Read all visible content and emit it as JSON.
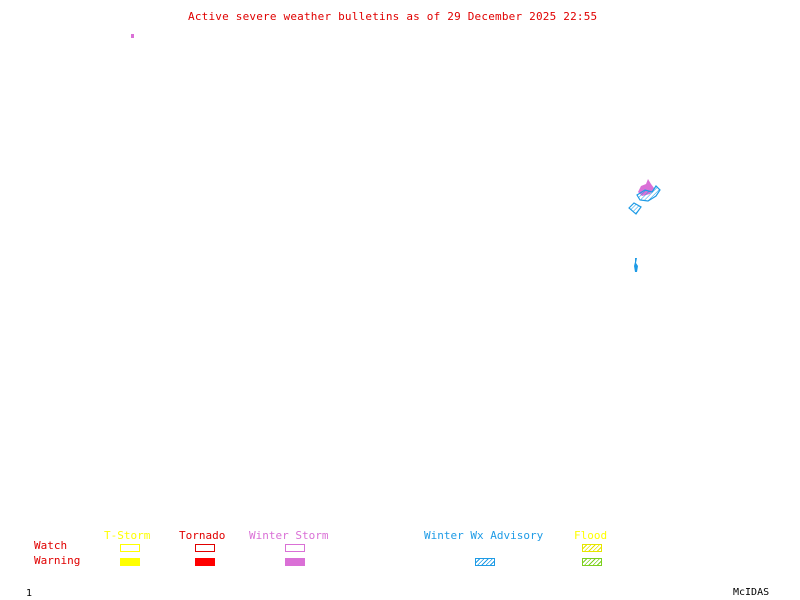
{
  "title": "Active severe weather bulletins as of 29 December 2025 22:55",
  "colors": {
    "title": "#e00000",
    "tstorm": "#ffff00",
    "tornado": "#ff0000",
    "winter_storm": "#da70d6",
    "winter_wx_advisory": "#1e9be6",
    "flood_watch": "#ffff00",
    "flood_warning": "#7cd01e"
  },
  "legend": {
    "row_labels": {
      "watch": "Watch",
      "warning": "Warning"
    },
    "columns": [
      {
        "label": "T-Storm",
        "watch": "outline",
        "warning": "filled"
      },
      {
        "label": "Tornado",
        "watch": "outline",
        "warning": "filled"
      },
      {
        "label": "Winter Storm",
        "watch": "outline",
        "warning": "filled"
      },
      {
        "label": "Winter Wx Advisory",
        "watch": "none",
        "warning": "hatched"
      },
      {
        "label": "Flood",
        "watch": "hatched",
        "warning": "hatched"
      }
    ]
  },
  "footer": {
    "frame_number": "1",
    "brand": "McIDAS"
  },
  "map_features": [
    {
      "type": "Winter Storm Warning",
      "region": "northwest dot"
    },
    {
      "type": "Winter Storm Warning",
      "region": "northeast cluster"
    },
    {
      "type": "Winter Wx Advisory",
      "region": "northeast cluster"
    },
    {
      "type": "Winter Wx Advisory",
      "region": "east coast strip"
    }
  ]
}
